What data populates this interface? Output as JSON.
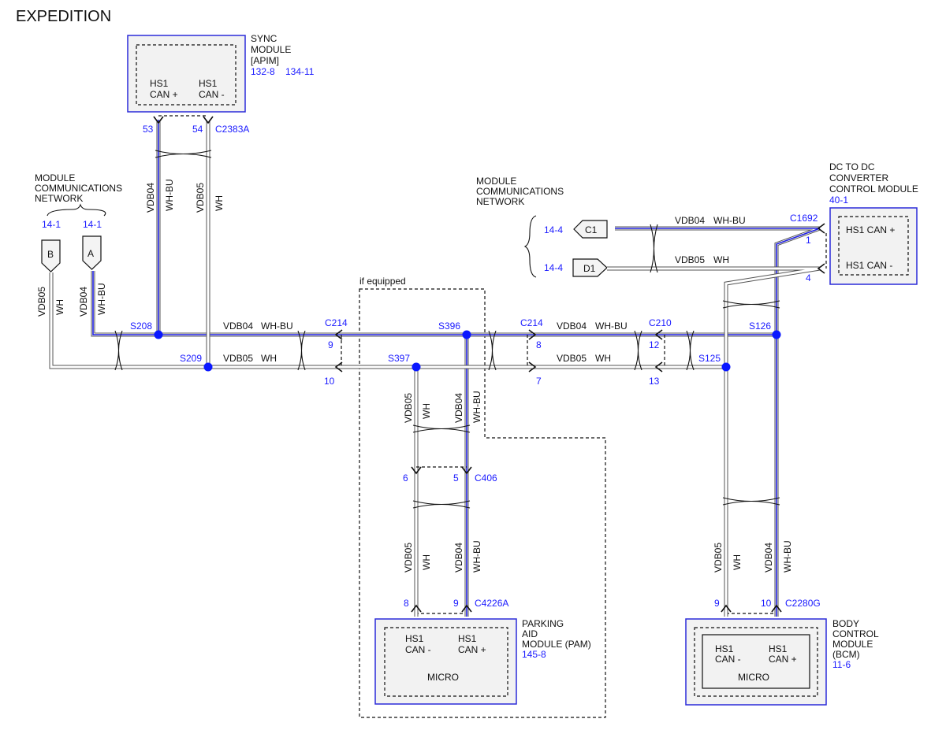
{
  "title": "EXPEDITION",
  "sync_module": {
    "name": [
      "SYNC",
      "MODULE",
      "[APIM]"
    ],
    "refs": [
      "132-8",
      "134-11"
    ],
    "pin_plus": [
      "HS1",
      "CAN +"
    ],
    "pin_minus": [
      "HS1",
      "CAN -"
    ],
    "connector": "C2383A",
    "pins": [
      "53",
      "54"
    ]
  },
  "left_network": {
    "label": [
      "MODULE",
      "COMMUNICATIONS",
      "NETWORK"
    ],
    "refs": [
      "14-1",
      "14-1"
    ],
    "flags": [
      "B",
      "A"
    ]
  },
  "mid_network": {
    "label": [
      "MODULE",
      "COMMUNICATIONS",
      "NETWORK"
    ],
    "refs": [
      "14-4",
      "14-4"
    ],
    "flags": [
      "C1",
      "D1"
    ]
  },
  "dcdc_module": {
    "name": [
      "DC TO DC",
      "CONVERTER",
      "CONTROL MODULE"
    ],
    "ref": "40-1",
    "pin_plus": "HS1 CAN +",
    "pin_minus": "HS1 CAN -",
    "connector": "C1692",
    "pins": [
      "1",
      "4"
    ]
  },
  "pam_module": {
    "name": [
      "PARKING",
      "AID",
      "MODULE (PAM)"
    ],
    "ref": "145-8",
    "pin_minus": [
      "HS1",
      "CAN -"
    ],
    "pin_plus": [
      "HS1",
      "CAN +"
    ],
    "micro": "MICRO",
    "connector": "C4226A",
    "pins": [
      "8",
      "9"
    ]
  },
  "bcm_module": {
    "name": [
      "BODY",
      "CONTROL",
      "MODULE",
      "(BCM)"
    ],
    "ref": "11-6",
    "pin_minus": [
      "HS1",
      "CAN -"
    ],
    "pin_plus": [
      "HS1",
      "CAN +"
    ],
    "micro": "MICRO",
    "connector": "C2280G",
    "pins": [
      "9",
      "10"
    ]
  },
  "wires": {
    "vdb04": "VDB04",
    "vdb05": "VDB05",
    "wh_bu": "WH-BU",
    "wh": "WH"
  },
  "splices": [
    "S208",
    "S209",
    "S396",
    "S397",
    "S126",
    "S125"
  ],
  "connectors": {
    "c214_left": {
      "name": "C214",
      "pins": [
        "9",
        "10"
      ]
    },
    "c214_right": {
      "name": "C214",
      "pins": [
        "8",
        "7"
      ]
    },
    "c210": {
      "name": "C210",
      "pins": [
        "12",
        "13"
      ]
    },
    "c406": {
      "name": "C406",
      "pins": [
        "6",
        "5"
      ]
    }
  },
  "if_equipped": "if equipped",
  "colors": {
    "can_high_stripe": "#2020e0",
    "splice": "#0a18ff",
    "ref_text": "#1a1aff",
    "module_border": "#2b2bd9"
  }
}
